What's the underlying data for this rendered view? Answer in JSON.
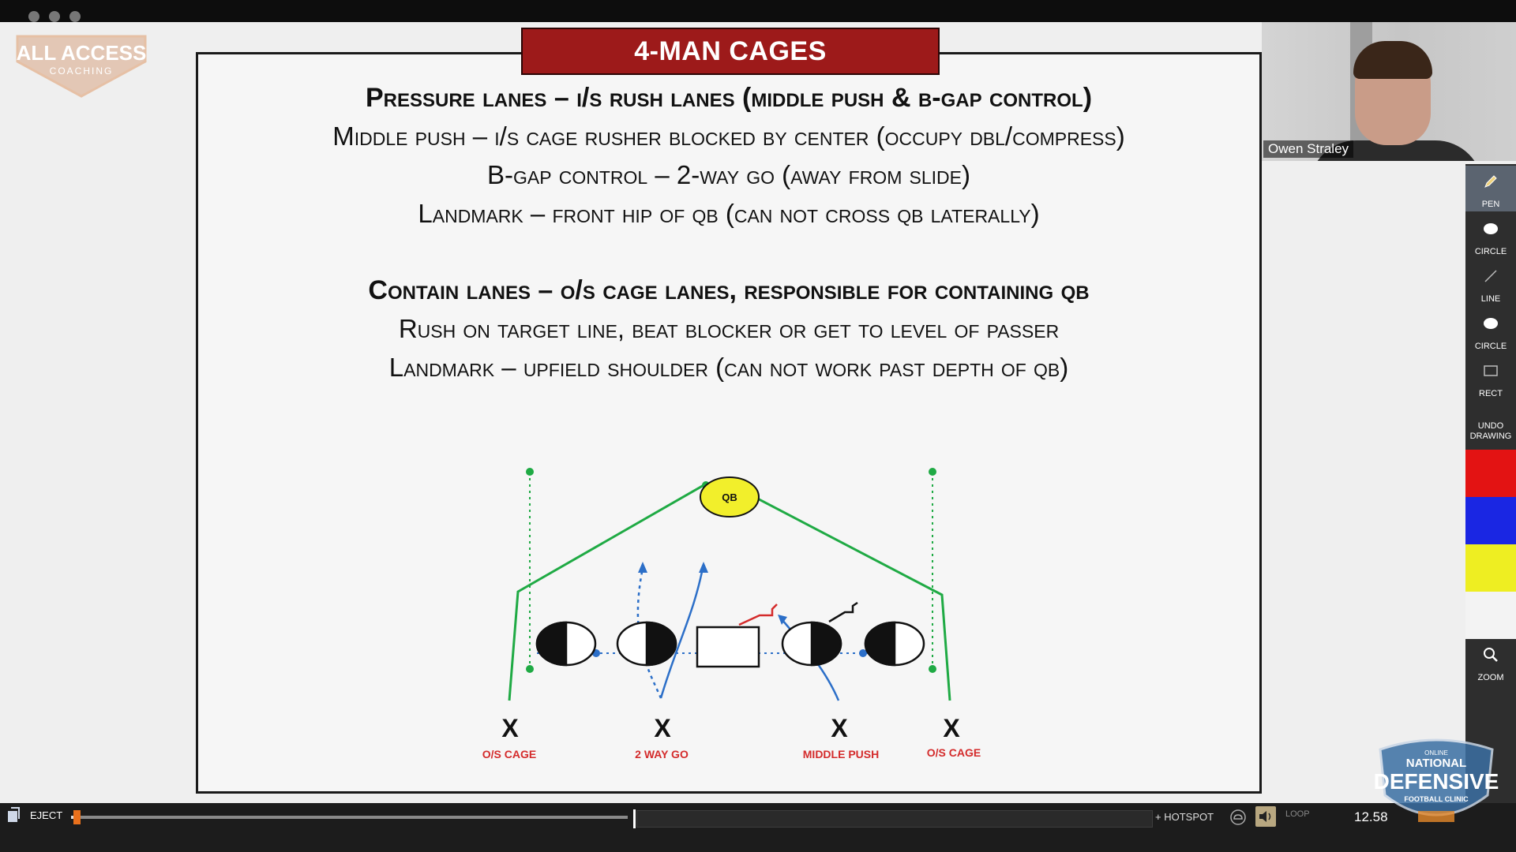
{
  "brand": {
    "logo_line1": "ALL ACCESS",
    "logo_line2": "COACHING",
    "clinic_line1": "NATIONAL",
    "clinic_line2": "DEFENSIVE",
    "clinic_line3": "FOOTBALL CLINIC",
    "clinic_tag": "ONLINE"
  },
  "slide": {
    "title": "4-MAN CAGES",
    "lines": [
      "Pressure lanes – i/s rush lanes (middle push & b-gap control)",
      "Middle push – i/s cage rusher blocked by center (occupy dbl/compress)",
      "B-gap control – 2-way go (away from slide)",
      "Landmark – front hip of qb (can not cross qb laterally)",
      "Contain lanes – o/s cage lanes, responsible for containing qb",
      "Rush on target line, beat blocker or get to level of passer",
      "Landmark – upfield shoulder (can not work past depth of qb)"
    ],
    "diagram": {
      "qb_label": "QB",
      "rushers": [
        {
          "mark": "X",
          "label": "O/S CAGE"
        },
        {
          "mark": "X",
          "label": "2 WAY GO"
        },
        {
          "mark": "X",
          "label": "MIDDLE PUSH"
        },
        {
          "mark": "X",
          "label": "O/S CAGE"
        }
      ]
    }
  },
  "webcam": {
    "name": "Owen Straley"
  },
  "tools": [
    {
      "label": "PEN",
      "icon": "pen-icon",
      "active": true
    },
    {
      "label": "CIRCLE",
      "icon": "circle-icon"
    },
    {
      "label": "LINE",
      "icon": "line-icon"
    },
    {
      "label": "CIRCLE",
      "icon": "circle-icon"
    },
    {
      "label": "RECT",
      "icon": "rect-icon"
    }
  ],
  "undo_label_1": "UNDO",
  "undo_label_2": "DRAWING",
  "colors": [
    "#e31313",
    "#1a26e3",
    "#eeee22",
    "#f3f3f3"
  ],
  "zoom_label": "ZOOM",
  "player": {
    "eject_label": "EJECT",
    "progress": 0.01,
    "hotspot_label": "+ HOTSPOT",
    "loop_label": "LOOP",
    "timecode": "12.58"
  }
}
